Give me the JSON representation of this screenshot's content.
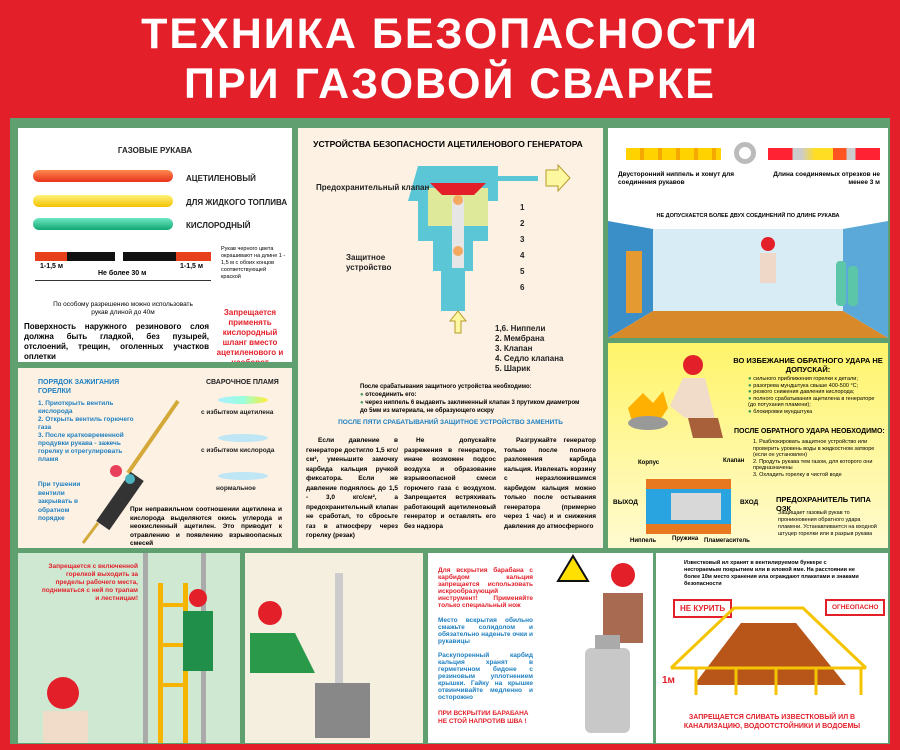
{
  "header": {
    "line1": "ТЕХНИКА БЕЗОПАСНОСТИ",
    "line2": "ПРИ ГАЗОВОЙ СВАРКЕ"
  },
  "hoses": {
    "title": "ГАЗОВЫЕ РУКАВА",
    "items": [
      "АЦЕТИЛЕНОВЫЙ",
      "ДЛЯ ЖИДКОГО ТОПЛИВА",
      "КИСЛОРОДНЫЙ"
    ],
    "end_len": "1-1,5 м",
    "max_len": "Не более 30 м",
    "black_note": "Рукав черного цвета окрашивают на длине 1 - 1,5 м с обоих концов соответствующей краской",
    "permit_note": "По особому разрешению можно использовать рукав длиной до 40м",
    "surface": "Поверхность наружного резинового слоя должна быть гладкой, без пузырей, отслоений, трещин, оголенных участков оплетки",
    "forbid": "Запрещается применять кислородный шланг вместо ацетиленового и наоборот"
  },
  "generator": {
    "title": "УСТРОЙСТВА БЕЗОПАСНОСТИ АЦЕТИЛЕНОВОГО ГЕНЕРАТОРА",
    "valve_label": "Предохранительный клапан",
    "device_label": "Защитное устройство",
    "numbers": [
      "1",
      "2",
      "3",
      "4",
      "5",
      "6"
    ],
    "legend": [
      "1,6. Ниппели",
      "2. Мембрана",
      "3. Клапан",
      "4. Седло клапана",
      "5. Шарик"
    ],
    "after_title": "После срабатывания защитного устройства необходимо:",
    "after_items": [
      "отсоединить его:",
      "через ниппель 6 выдавить заклиненный клапан 3 прутиком диаметром до 5мм из материала, не образующего искру"
    ],
    "replace": "ПОСЛЕ ПЯТИ СРАБАТЫВАНИЙ ЗАЩИТНОЕ УСТРОЙСТВО ЗАМЕНИТЬ",
    "col1": "Если давление в генераторе достигло 1,5 кгс/см², уменьшите замочку карбида кальция ручкой фиксатора. Если же давление поднялось до 1,5 - 3,0 кгс/см², а предохранительный клапан не сработал, то сбросьте газ в атмосферу через горелку (резак)",
    "col2": "Не допускайте разрежения в генераторе, иначе возможен подсос воздуха и образование взрывоопасной смеси горючего газа с воздухом. Запрещается встряхивать работающий ацетиленовый генератор и оставлять его без надзора",
    "col3": "Разгружайте генератор только после полного разложения карбида кальция. Извлекать корзину с неразложившимся карбидом кальция можно только после остывания генератора (примерно через 1 час) и и снижения давления до атмосферного"
  },
  "joints": {
    "nipple": "Двусторонний ниппель и хомут для соединения рукавов",
    "length": "Длина соединяемых отрезков не менее 3 м",
    "rule": "НЕ ДОПУСКАЕТСЯ БОЛЕЕ ДВУХ СОЕДИНЕНИЙ ПО ДЛИНЕ РУКАВА"
  },
  "ignition": {
    "title": "ПОРЯДОК ЗАЖИГАНИЯ ГОРЕЛКИ",
    "steps": [
      "1. Приоткрыть вентиль кислорода",
      "2. Открыть вентиль горючего газа",
      "3. После кратковременной продувки рукава - зажечь горелку и отрегулировать пламя"
    ],
    "extinguish": "При тушении вентили закрывать в обратном порядке",
    "flame_title": "СВАРОЧНОЕ ПЛАМЯ",
    "flames": [
      "с избытком ацетилена",
      "с избытком кислорода",
      "нормальное"
    ],
    "warning": "При неправильном соотношении ацетилена и кислорода выделяются окись углерода и неокисленный ацетилен. Это приводит к отравлению и появлению взрывоопасных смесей"
  },
  "backfire": {
    "title": "ВО ИЗБЕЖАНИЕ ОБРАТНОГО УДАРА НЕ ДОПУСКАЙ:",
    "items": [
      "сильного приближения горелки к детали;",
      "разогрева мундштука свыше 400-500 °С;",
      "резкого снижения давления кислорода;",
      "полного срабатывания ацетилена в генераторе (до потухания пламени);",
      "блокировки мундштука"
    ],
    "after_title": "ПОСЛЕ ОБРАТНОГО УДАРА НЕОБХОДИМО:",
    "after_items": [
      "1. Разблокировать защитное устройство или проверить уровень воды в жидкостном затворе (если он установлен)",
      "2. Продуть рукава тем газом, для которого они предназначены",
      "3. Охладить горелку в чистой воде"
    ],
    "parts": {
      "body": "Корпус",
      "valve": "Клапан",
      "out": "ВЫХОД",
      "in": "ВХОД",
      "nipple": "Ниппель",
      "spring": "Пружина",
      "arrester": "Пламегаситель"
    },
    "ozk_title": "ПРЕДОХРАНИТЕЛЬ ТИПА ОЗК",
    "ozk_text": "Защищает газовый рукав то проникновения обратного удара пламени. Устанавливается на входной штуцер горелки или в разрыв рукава"
  },
  "ladder": {
    "text": "Запрещается с включенной горелкой выходить за пределы рабочего места, подниматься с ней по трапам и лестницам!"
  },
  "carbide": {
    "t1": "Для вскрытия барабана с карбидом кальция запрещается использовать искрообразующий инструмент! Применяйте только специальный нож",
    "t2": "Место вскрытия обильно смажьте солидолом и обязательно наденьте очки и рукавицы",
    "t3": "Раскупоренный карбид кальция хранят в герметичном бидоне с резиновым уплотнением крышки. Гайку на крышке отвинчивайте медленно и осторожно",
    "warn": "ПРИ ВСКРЫТИИ БАРАБАНА НЕ СТОЙ НАПРОТИВ ШВА !"
  },
  "sludge": {
    "text": "Известковый ил хранят в вентилируемом бункере с несгораемым покрытием или в иловой яме. На расстоянии не более 10м место хранения ила ограждают плакатами и знаками безопасности",
    "sign1": "НЕ КУРИТЬ",
    "sign2": "ОГНЕОПАСНО",
    "height": "1м",
    "forbid": "ЗАПРЕЩАЕТСЯ СЛИВАТЬ ИЗВЕСТКОВЫЙ ИЛ В КАНАЛИЗАЦИЮ, ВОДООТСТОЙНИКИ И ВОДОЕМЫ"
  }
}
